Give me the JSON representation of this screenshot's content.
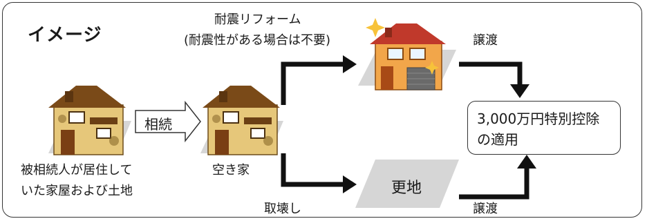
{
  "title": "イメージ",
  "source_caption": {
    "line1": "被相続人が居住して",
    "line2": "いた家屋および土地"
  },
  "inherit_label": "相続",
  "vacant_label": "空き家",
  "renovation": {
    "line1": "耐震リフォーム",
    "line2": "(耐震性がある場合は不要)"
  },
  "demolition_label": "取壊し",
  "vacant_lot_label": "更地",
  "transfer_top": "譲渡",
  "transfer_bottom": "譲渡",
  "result": {
    "line1": "3,000万円特別控除",
    "line2": "の適用"
  },
  "colors": {
    "arrow": "#111111",
    "ground": "#d6d6d6",
    "old_house_wall": "#e6c77a",
    "old_house_roof": "#7a4a18",
    "new_house_wall": "#f2a64a",
    "new_house_roof": "#c0392b",
    "sparkle": "#f7c23a"
  },
  "icons": [
    "old-house-icon",
    "old-house-icon",
    "new-house-icon",
    "sparkle-icon",
    "block-arrow-icon"
  ]
}
